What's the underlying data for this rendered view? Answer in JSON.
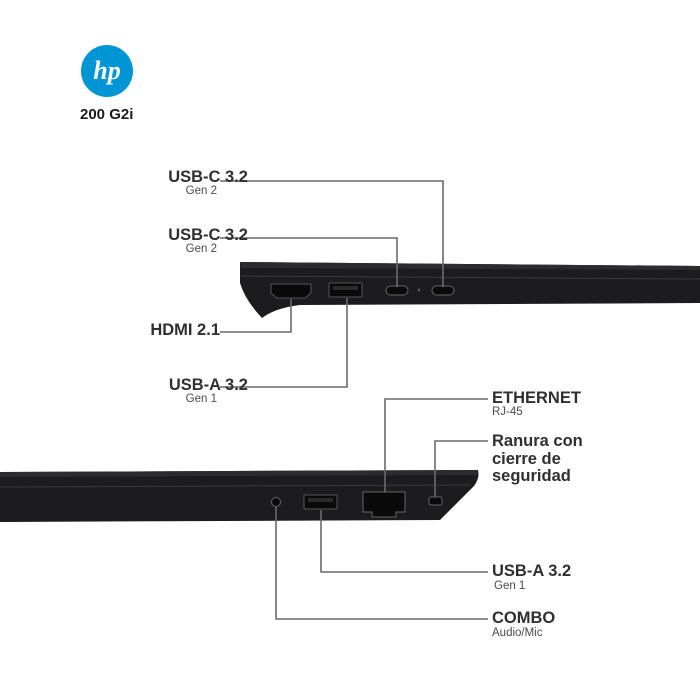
{
  "brand": {
    "logo_text": "hp",
    "logo_color": "#0096d6",
    "model": "200 G2i"
  },
  "left_labels": [
    {
      "main": "USB-C 3.2",
      "sub": "Gen 2"
    },
    {
      "main": "USB-C 3.2",
      "sub": "Gen 2"
    },
    {
      "main": "HDMI 2.1",
      "sub": ""
    },
    {
      "main": "USB-A 3.2",
      "sub": "Gen 1"
    }
  ],
  "right_labels": [
    {
      "main": "ETHERNET",
      "sub": "RJ-45"
    },
    {
      "main": "Ranura con cierre de seguridad",
      "line1": "Ranura con",
      "line2": "cierre de",
      "line3": "seguridad"
    },
    {
      "main": "USB-A 3.2",
      "sub": "Gen 1"
    },
    {
      "main": "COMBO",
      "sub": "Audio/Mic"
    }
  ],
  "colors": {
    "laptop_body": "#1c1c1e",
    "leader_line": "#6a6a6a"
  }
}
